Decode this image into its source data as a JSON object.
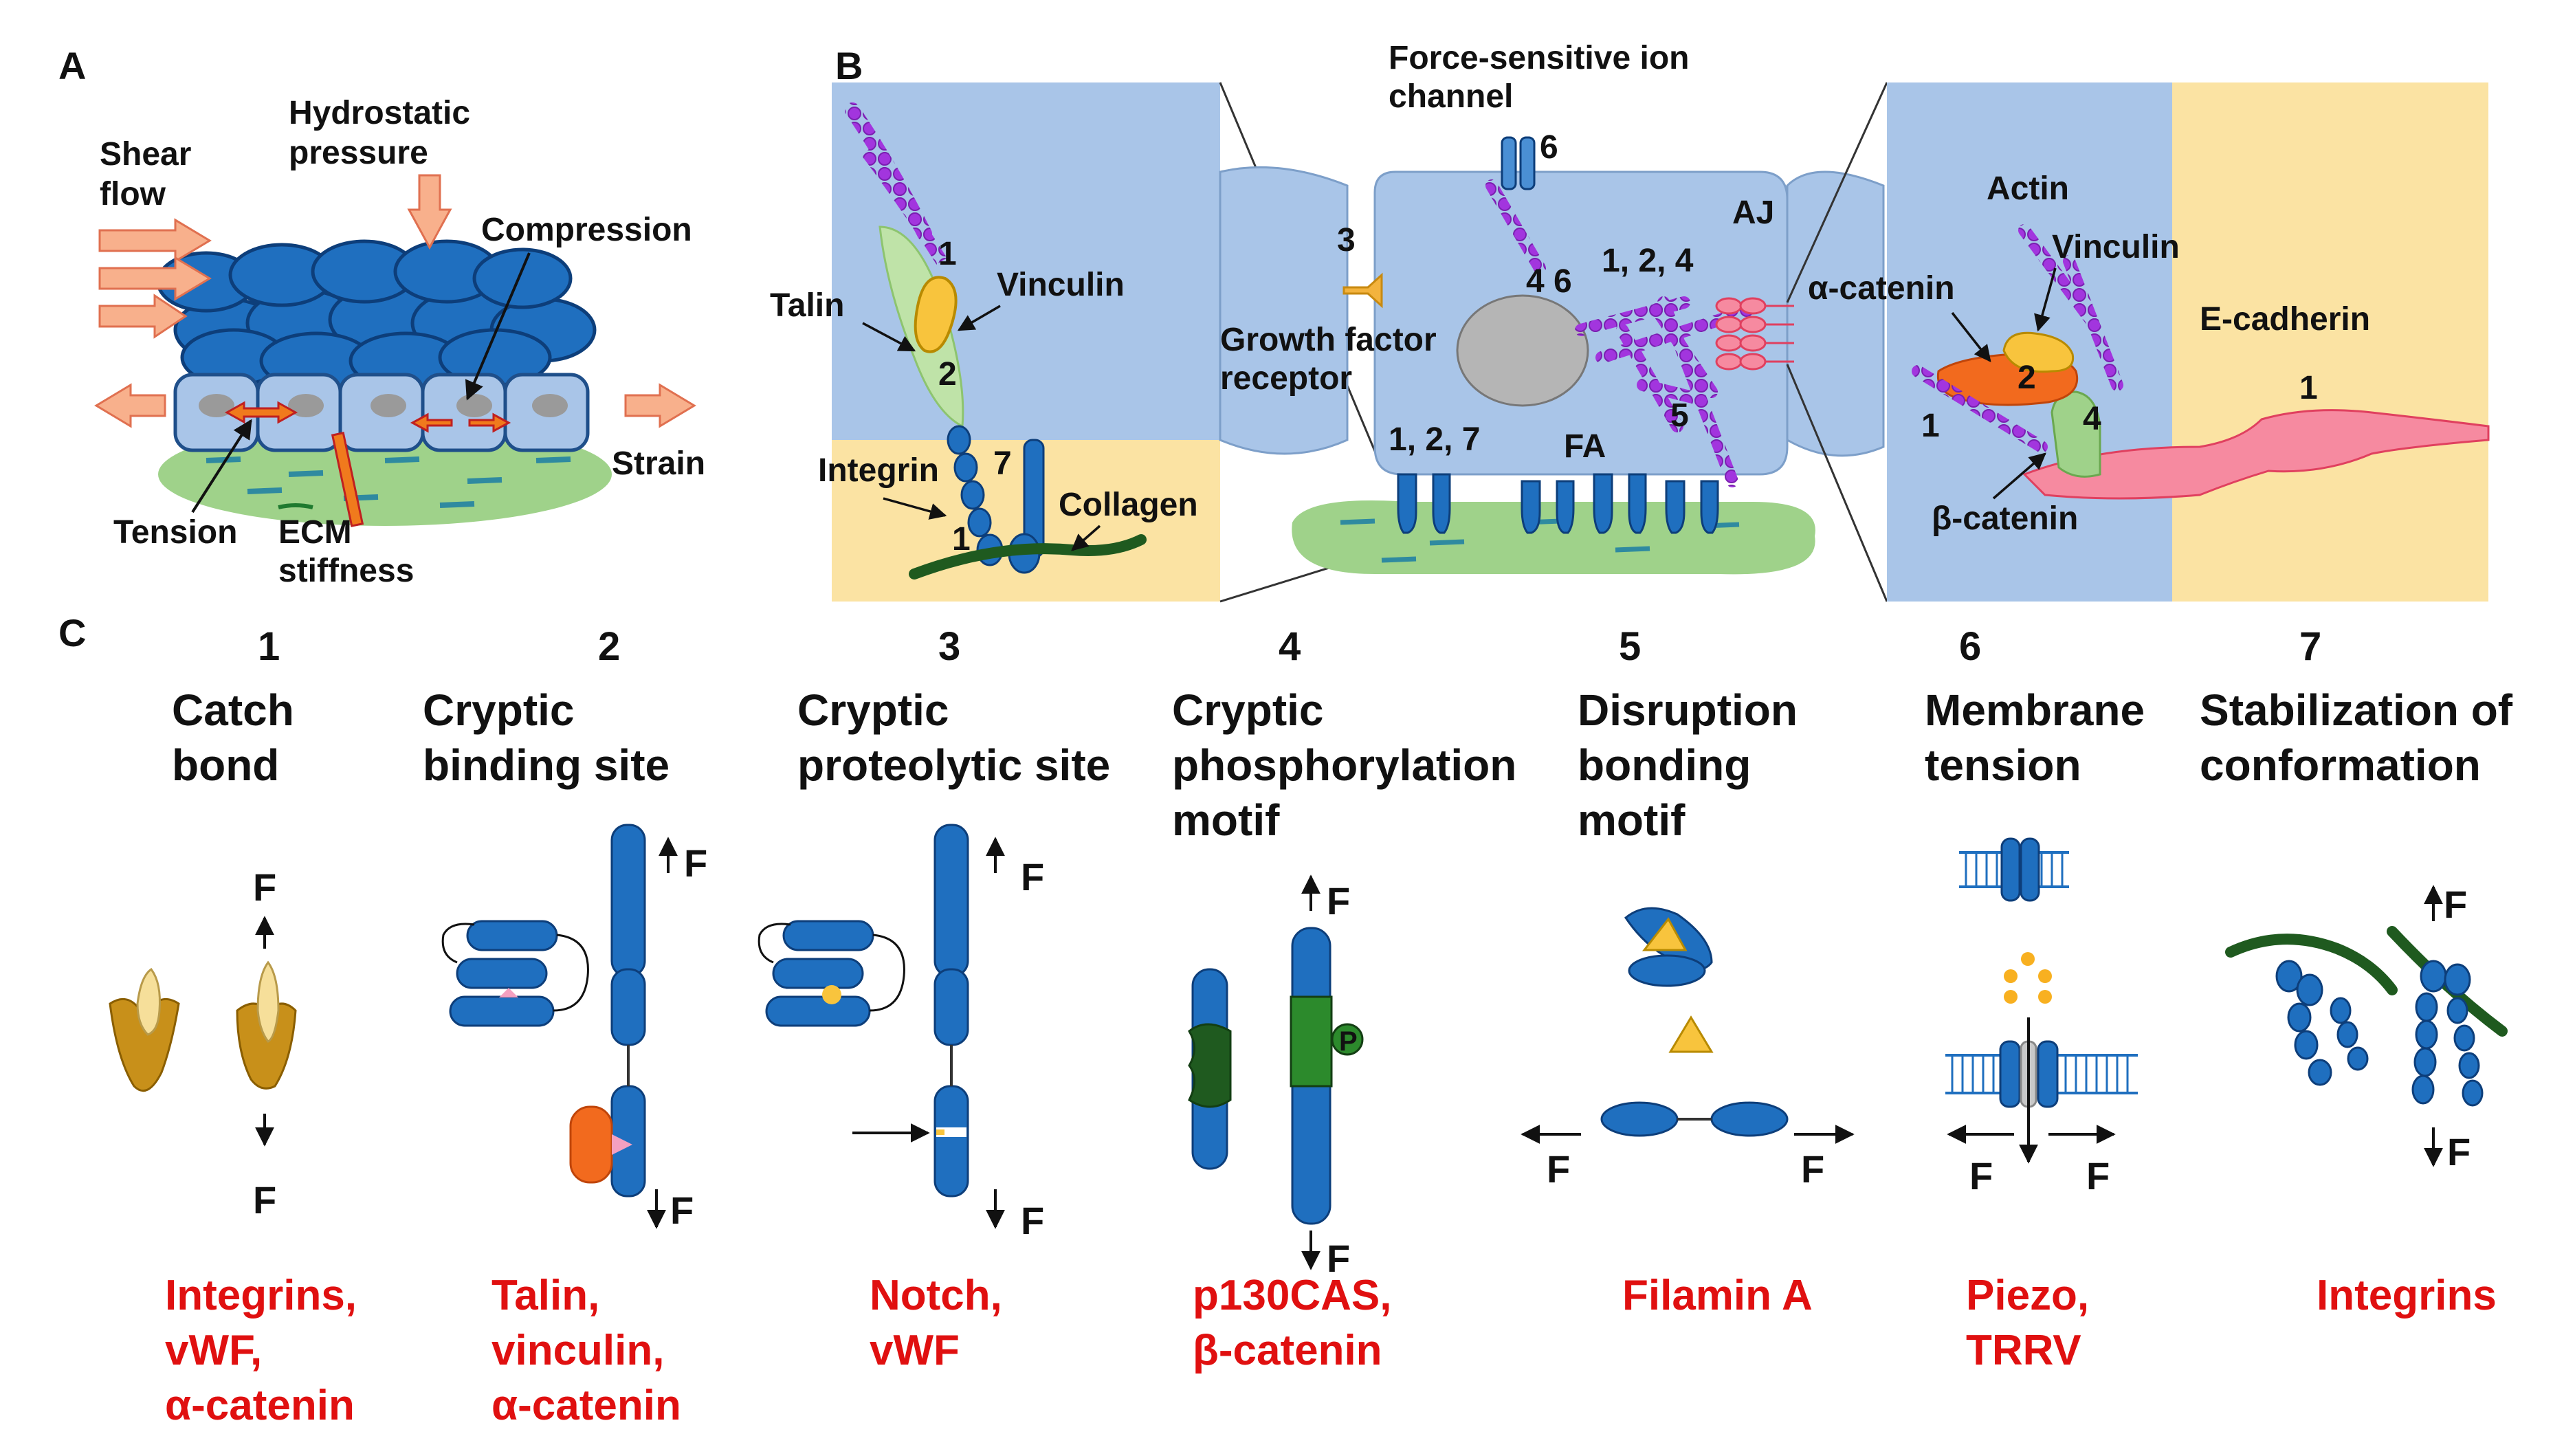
{
  "panels": {
    "a": {
      "label": "A",
      "stimuli": {
        "shear_flow": [
          "Shear",
          "flow"
        ],
        "hydrostatic_pressure": [
          "Hydrostatic",
          "pressure"
        ],
        "compression": "Compression",
        "strain": "Strain",
        "tension": "Tension",
        "ecm_stiffness": [
          "ECM",
          "stiffness"
        ]
      }
    },
    "b": {
      "label": "B",
      "left_inset": {
        "talin": "Talin",
        "vinculin": "Vinculin",
        "integrin": "Integrin",
        "collagen": "Collagen",
        "num_1_top": "1",
        "num_2": "2",
        "num_7": "7",
        "num_1_bottom": "1"
      },
      "center_cell": {
        "ion_channel": [
          "Force-sensitive ion",
          "channel"
        ],
        "ion_channel_num": "6",
        "growth_factor_num": "3",
        "growth_factor": [
          "Growth factor",
          "receptor"
        ],
        "actin_nums_a": "4  6",
        "actin_nums_b": "1, 2, 4",
        "aj": "AJ",
        "fa_nums": "1, 2, 7",
        "fa": "FA",
        "num_5": "5"
      },
      "right_inset": {
        "actin": "Actin",
        "vinculin": "Vinculin",
        "alpha_catenin": "α-catenin",
        "beta_catenin": "β-catenin",
        "e_cadherin": "E-cadherin",
        "num_1_left": "1",
        "num_2": "2",
        "num_4": "4",
        "num_1_right": "1"
      }
    },
    "c": {
      "label": "C",
      "force_symbol": "F",
      "marker_p": "P",
      "mechanisms": [
        {
          "number": "1",
          "title": [
            "Catch",
            "bond"
          ],
          "examples": [
            "Integrins,",
            "vWF,",
            "α-catenin"
          ]
        },
        {
          "number": "2",
          "title": [
            "Cryptic",
            "binding site"
          ],
          "examples": [
            "Talin,",
            "vinculin,",
            "α-catenin"
          ]
        },
        {
          "number": "3",
          "title": [
            "Cryptic",
            "proteolytic site"
          ],
          "examples": [
            "Notch,",
            "vWF"
          ]
        },
        {
          "number": "4",
          "title": [
            "Cryptic",
            "phosphorylation",
            "motif"
          ],
          "examples": [
            "p130CAS,",
            "β-catenin"
          ]
        },
        {
          "number": "5",
          "title": [
            "Disruption",
            "bonding",
            "motif"
          ],
          "examples": [
            "Filamin A"
          ]
        },
        {
          "number": "6",
          "title": [
            "Membrane",
            "tension"
          ],
          "examples": [
            "Piezo,",
            "TRRV"
          ]
        },
        {
          "number": "7",
          "title": [
            "Stabilization of",
            "conformation"
          ],
          "examples": [
            "Integrins"
          ]
        }
      ]
    }
  },
  "colors": {
    "cell_blue": "#a9c5e8",
    "dark_blue_protein": "#1f6fbf",
    "yellow_bg": "#fbe3a3",
    "ecm_green": "#9fd28a",
    "actin_purple": "#9b30d9",
    "arrow_orange": "#f8b08c",
    "example_red": "#e01010"
  },
  "icons": [
    "arrow-icon",
    "ion-channel-icon",
    "nucleus-icon",
    "integrin-icon",
    "actin-filament-icon",
    "membrane-icon"
  ]
}
